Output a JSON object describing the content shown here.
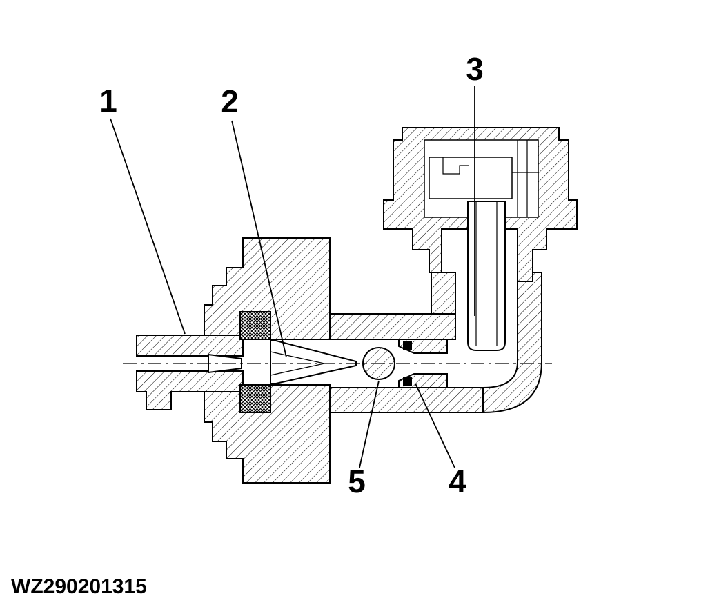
{
  "figure": {
    "type": "cross-section technical drawing",
    "part_code": "WZ290201315",
    "callouts": [
      {
        "label": "1"
      },
      {
        "label": "2"
      },
      {
        "label": "3"
      },
      {
        "label": "4"
      },
      {
        "label": "5"
      }
    ]
  },
  "colors": {
    "ink": "#000000",
    "background": "#ffffff"
  }
}
